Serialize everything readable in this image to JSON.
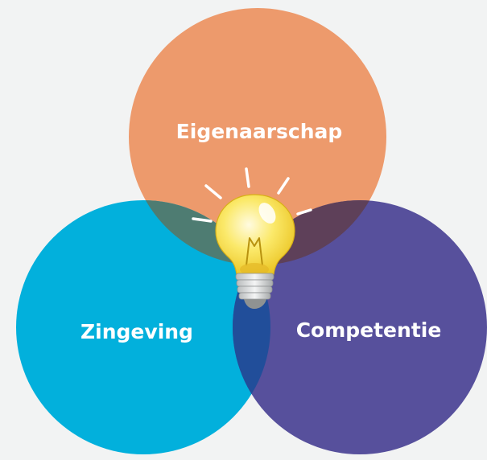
{
  "diagram": {
    "type": "venn",
    "sets": [
      {
        "id": "top",
        "label": "Eigenaarschap",
        "color": "#ed9a6c"
      },
      {
        "id": "left",
        "label": "Zingeving",
        "color": "#02b0dc"
      },
      {
        "id": "right",
        "label": "Competentie",
        "color": "#57509c"
      }
    ],
    "overlap_colors": {
      "top_left": "#4e7c72",
      "top_right": "#5e4059",
      "left_right": "#214e9a"
    },
    "center_icon": "lightbulb-icon"
  }
}
